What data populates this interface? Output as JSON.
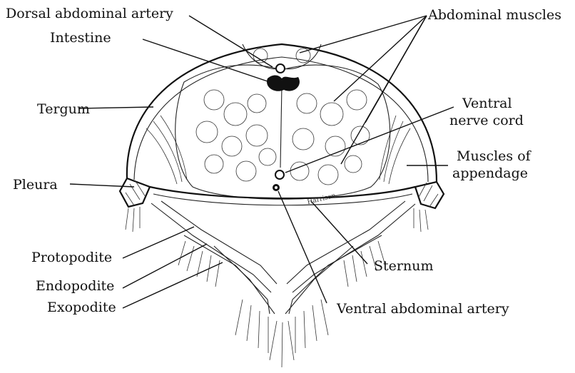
{
  "labels": {
    "dorsal_abdominal_artery": "Dorsal abdominal artery",
    "intestine": "Intestine",
    "tergum": "Tergum",
    "pleura": "Pleura",
    "protopodite": "Protopodite",
    "endopodite": "Endopodite",
    "exopodite": "Exopodite",
    "abdominal_muscles": "Abdominal muscles",
    "ventral_nerve_cord_line1": "Ventral",
    "ventral_nerve_cord_line2": "nerve cord",
    "muscles_of_appendage_line1": "Muscles of",
    "muscles_of_appendage_line2": "appendage",
    "sternum": "Sternum",
    "ventral_abdominal_artery": "Ventral abdominal artery"
  },
  "signature": "Harrison"
}
